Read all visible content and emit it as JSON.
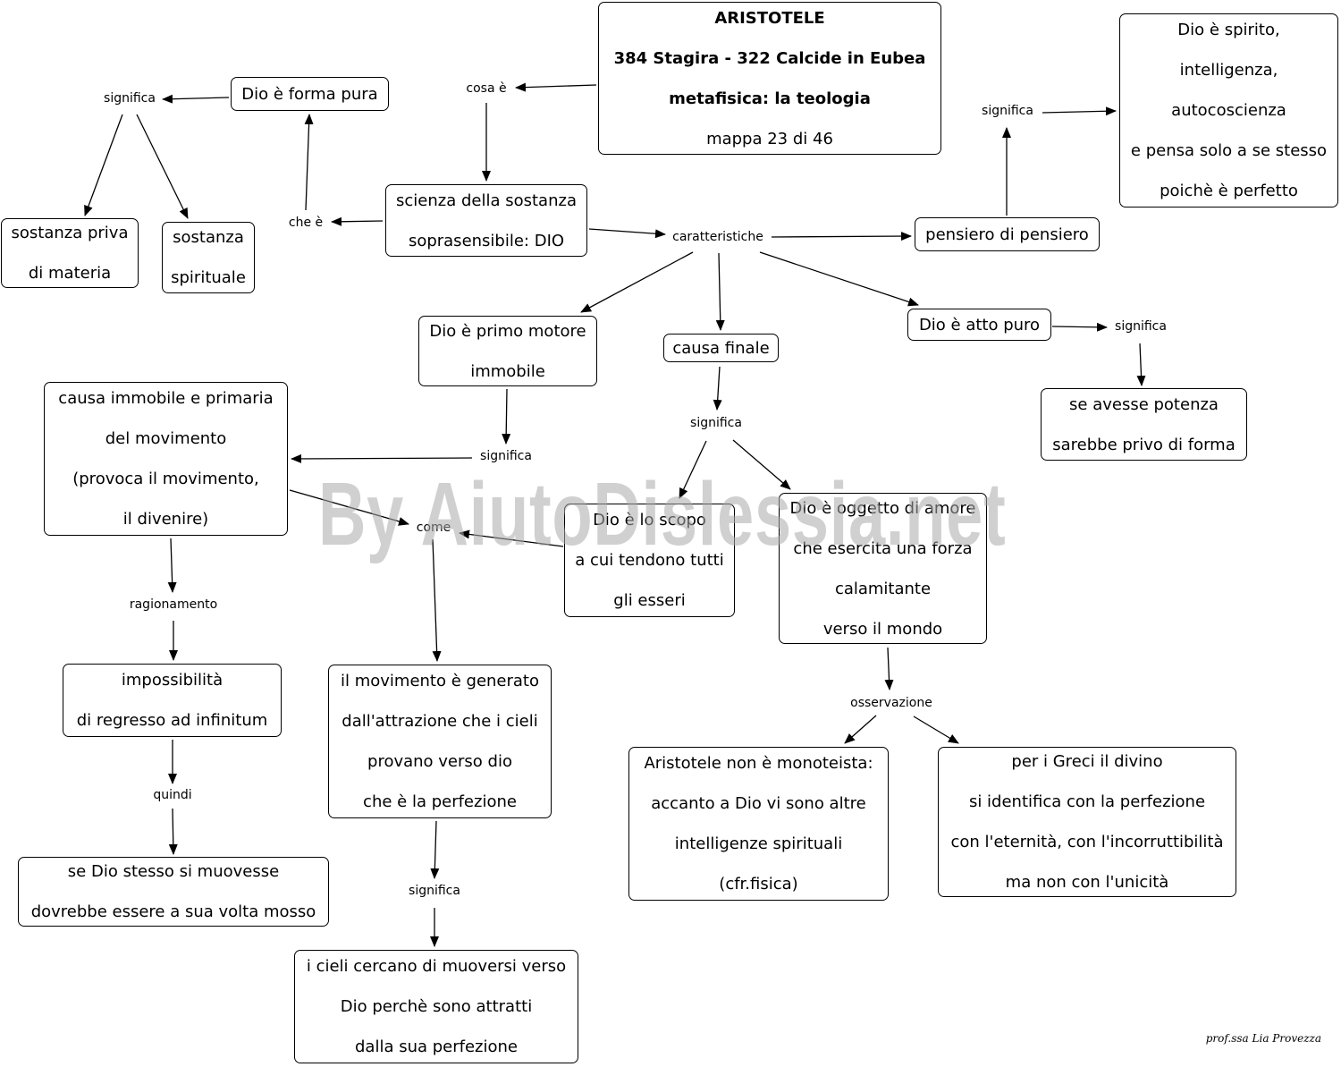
{
  "nodes": {
    "title": [
      "ARISTOTELE",
      "384 Stagira - 322 Calcide in Eubea",
      "metafisica: la teologia",
      "mappa 23 di 46"
    ],
    "forma_pura": [
      "Dio è forma pura"
    ],
    "priva_materia": [
      "sostanza priva",
      "di materia"
    ],
    "spirituale": [
      "sostanza",
      "spirituale"
    ],
    "scienza": [
      "scienza della sostanza",
      "soprasensibile: DIO"
    ],
    "pensiero": [
      "pensiero di pensiero"
    ],
    "spirito": [
      "Dio è spirito,",
      "intelligenza,",
      "autocoscienza",
      "e pensa solo a se stesso",
      "poichè è perfetto"
    ],
    "primo_motore": [
      "Dio è primo motore",
      "immobile"
    ],
    "causa_finale": [
      "causa finale"
    ],
    "atto_puro": [
      "Dio è atto puro"
    ],
    "potenza": [
      "se avesse potenza",
      "sarebbe privo di forma"
    ],
    "causa_immobile": [
      "causa immobile e primaria",
      "del movimento",
      "(provoca il movimento,",
      "il divenire)"
    ],
    "scopo": [
      "Dio è lo scopo",
      "a cui tendono tutti",
      "gli esseri"
    ],
    "oggetto_amore": [
      "Dio è oggetto di amore",
      "che esercita una forza",
      "calamitante",
      "verso il mondo"
    ],
    "regresso": [
      "impossibilità",
      "di regresso ad infinitum"
    ],
    "movimento_generato": [
      "il movimento è generato",
      "dall'attrazione che i cieli",
      "provano verso dio",
      "che è la perfezione"
    ],
    "monoteista": [
      "Aristotele non è monoteista:",
      "accanto a Dio vi sono altre",
      "intelligenze spirituali",
      "(cfr.fisica)"
    ],
    "greci": [
      "per i Greci il divino",
      "si identifica con la perfezione",
      "con l'eternità, con l'incorruttibilità",
      "ma non con l'unicità"
    ],
    "muovesse": [
      "se Dio stesso si muovesse",
      "dovrebbe essere a sua volta mosso"
    ],
    "cieli_cercano": [
      "i cieli cercano di muoversi verso",
      "Dio perchè sono attratti",
      "dalla sua perfezione"
    ]
  },
  "links": {
    "cosa_e": "cosa è",
    "significa_1": "significa",
    "che_e": "che è",
    "caratteristiche": "caratteristiche",
    "significa_2": "significa",
    "significa_3": "significa",
    "significa_4": "significa",
    "significa_5": "significa",
    "come": "come",
    "ragionamento": "ragionamento",
    "quindi": "quindi",
    "osservazione": "osservazione",
    "significa_6": "significa"
  },
  "watermark": "By AiutoDislessia.net",
  "credit": "prof.ssa Lia Provezza"
}
